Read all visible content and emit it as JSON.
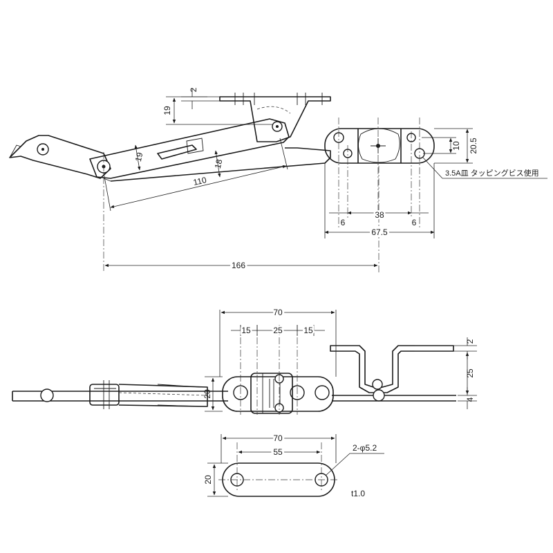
{
  "top_view": {
    "dims": {
      "d_2": "2",
      "d_19_top": "19",
      "d_19_slot": "19",
      "d_18": "18",
      "d_110": "110",
      "d_166": "166",
      "d_10": "10",
      "d_20_5": "20.5",
      "d_38": "38",
      "d_6_left": "6",
      "d_6_right": "6",
      "d_67_5": "67.5"
    },
    "note": "3.5A皿 タッピングビス使用"
  },
  "side_view": {
    "dims": {
      "d_70": "70",
      "d_15_left": "15",
      "d_25": "25",
      "d_15_right": "15",
      "d_20": "20",
      "d_2": "2",
      "d_25_right": "25",
      "d_4": "4"
    }
  },
  "plate_view": {
    "dims": {
      "d_70": "70",
      "d_55": "55",
      "d_20": "20"
    },
    "hole_note": "2-φ5.2",
    "thickness": "t1.0"
  }
}
